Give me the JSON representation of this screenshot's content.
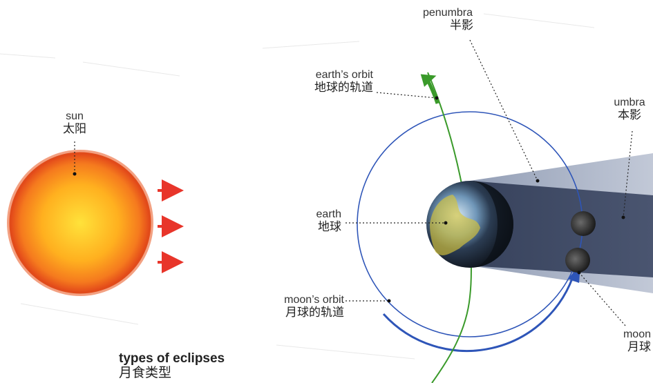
{
  "labels": {
    "sun": {
      "en": "sun",
      "zh": "太阳"
    },
    "penumbra": {
      "en": "penumbra",
      "zh": "半影"
    },
    "earths_orbit": {
      "en": "earth’s orbit",
      "zh": "地球的轨道"
    },
    "umbra": {
      "en": "umbra",
      "zh": "本影"
    },
    "earth": {
      "en": "earth",
      "zh": "地球"
    },
    "moons_orbit": {
      "en": "moon’s orbit",
      "zh": "月球的轨道"
    },
    "moon": {
      "en": "moon",
      "zh": "月球"
    }
  },
  "title": {
    "en": "types of eclipses",
    "zh": "月食类型"
  },
  "colors": {
    "sun_core": "#ffd21a",
    "sun_edge": "#e8561c",
    "arrow_red": "#e8352a",
    "earth_orbit_green": "#3a9a2a",
    "moon_orbit_blue": "#2e55b8",
    "shadow": "#3b4560"
  }
}
